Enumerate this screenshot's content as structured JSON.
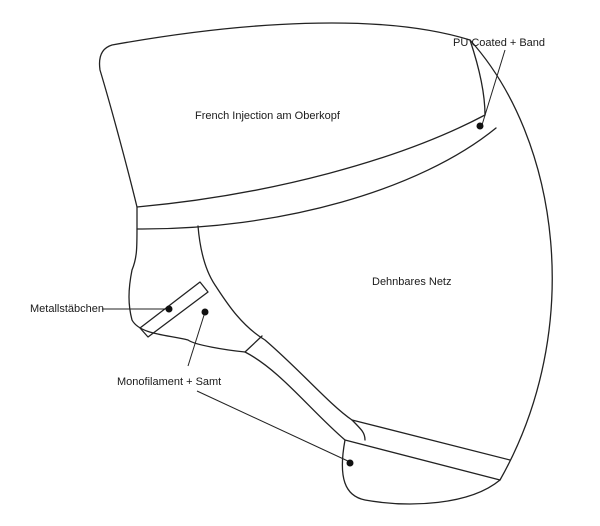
{
  "labels": {
    "top_region": "French Injection am Oberkopf",
    "band": "PU Coated + Band",
    "mesh": "Dehnbares Netz",
    "stays": "Metallstäbchen",
    "mono": "Monofilament + Samt"
  },
  "colors": {
    "line": "#222222",
    "background": "#ffffff"
  }
}
